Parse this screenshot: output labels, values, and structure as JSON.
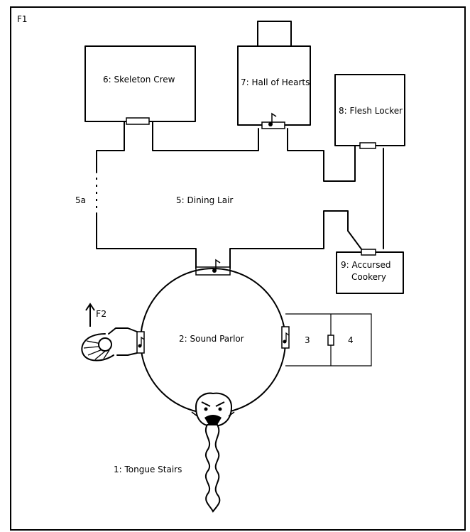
{
  "map": {
    "floor_label": "F1",
    "stair_label": "F2",
    "rooms": [
      {
        "id": "1",
        "label": "1: Tongue Stairs"
      },
      {
        "id": "2",
        "label": "2: Sound Parlor"
      },
      {
        "id": "3",
        "label": "3"
      },
      {
        "id": "4",
        "label": "4"
      },
      {
        "id": "5",
        "label": "5: Dining Lair"
      },
      {
        "id": "5a",
        "label": "5a"
      },
      {
        "id": "6",
        "label": "6: Skeleton Crew"
      },
      {
        "id": "7",
        "label": "7: Hall of Hearts"
      },
      {
        "id": "8",
        "label": "8: Flesh Locker"
      },
      {
        "id": "9",
        "label_line1": "9: Accursed",
        "label_line2": "Cookery"
      }
    ]
  }
}
